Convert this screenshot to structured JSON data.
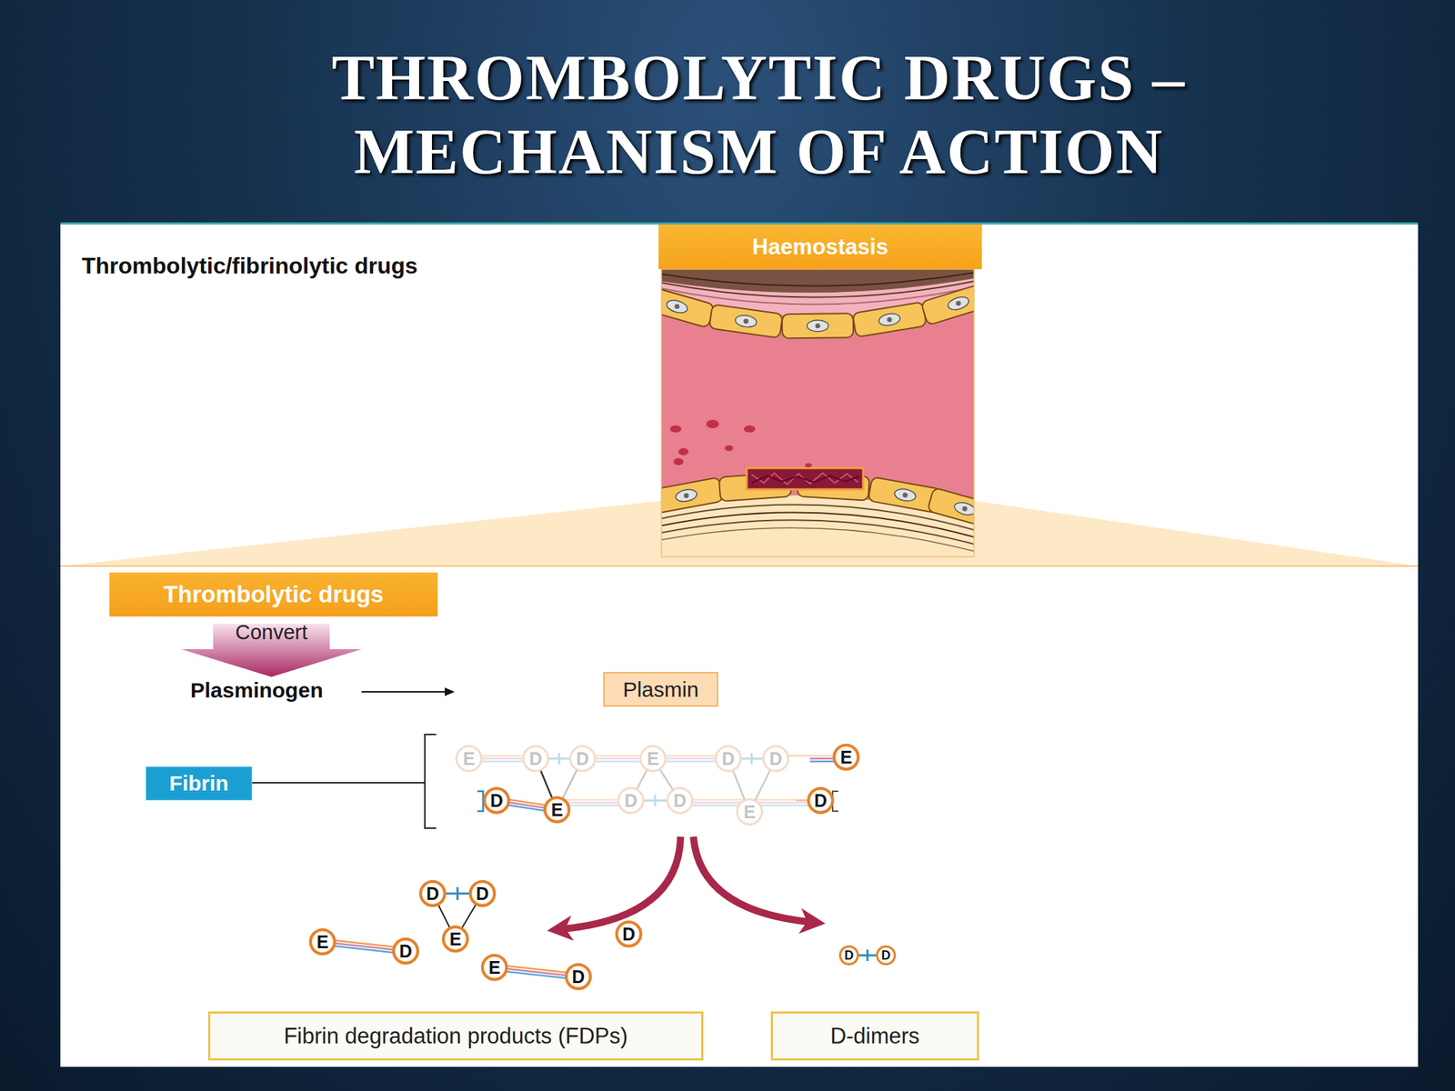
{
  "diagram": {
    "title": "THROMBOLYTIC DRUGS – MECHANISM OF ACTION",
    "nodes": [
      {
        "text": [
          "Haemostasis"
        ]
      },
      {
        "text": [
          "Thrombolytic drugs"
        ]
      },
      {
        "text": [
          "Plasmin"
        ]
      },
      {
        "text": [
          "Fibrin"
        ]
      },
      {
        "text": [
          "Fibrin degradation products (FDPs)"
        ]
      },
      {
        "text": [
          "D-dimers"
        ]
      }
    ],
    "labels": [
      "Thrombolytic/fibrinolytic drugs",
      "Convert",
      "Plasminogen",
      "E",
      "D",
      "D",
      "E",
      "D",
      "D",
      "E",
      "D",
      "E",
      "D",
      "D",
      "E",
      "D",
      "D",
      "D",
      "E",
      "E",
      "D",
      "E",
      "D",
      "D",
      "D",
      "D"
    ]
  }
}
